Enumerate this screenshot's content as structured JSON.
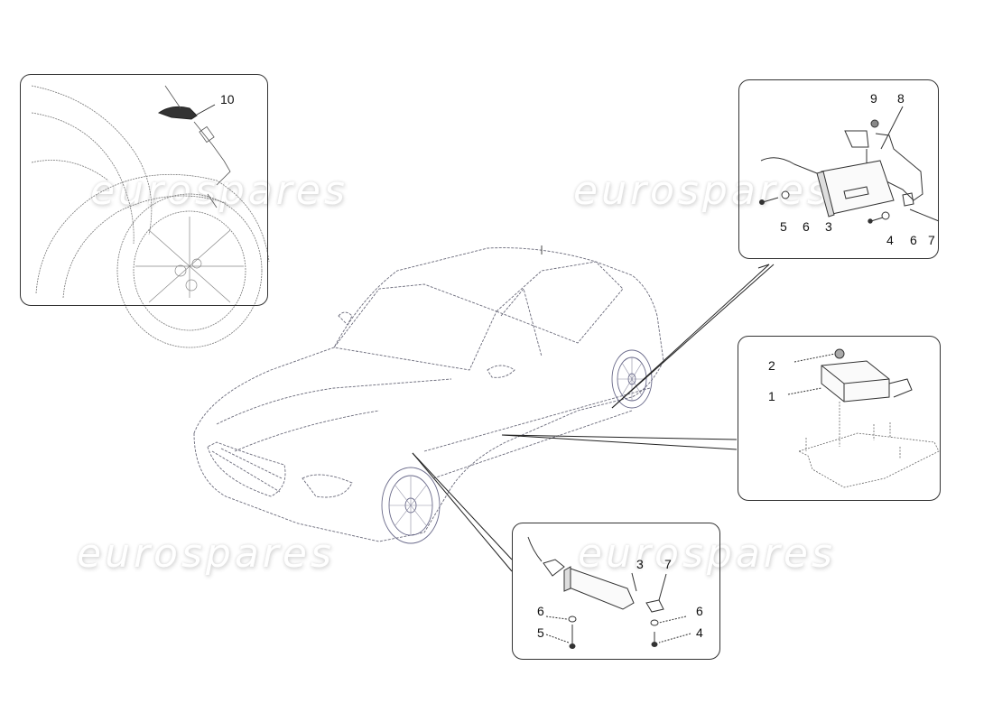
{
  "diagram": {
    "type": "exploded parts diagram",
    "subject": "Tyre pressure monitoring system components on sedan",
    "watermark_text": "eurospares",
    "panels": [
      {
        "id": "wheel-sensor",
        "position": "top-left",
        "labels": [
          "10"
        ],
        "content": "wheel and tyre with valve sensor"
      },
      {
        "id": "rear-receiver",
        "position": "top-right",
        "labels": [
          "9",
          "8",
          "5",
          "6",
          "3",
          "4",
          "6",
          "7"
        ],
        "content": "receiver antenna with bracket"
      },
      {
        "id": "control-unit",
        "position": "middle-right",
        "labels": [
          "2",
          "1"
        ],
        "content": "control unit with mounting plate"
      },
      {
        "id": "front-receiver",
        "position": "bottom-center",
        "labels": [
          "3",
          "7",
          "6",
          "5",
          "6",
          "4"
        ],
        "content": "front receiver antenna with bolts"
      }
    ]
  }
}
